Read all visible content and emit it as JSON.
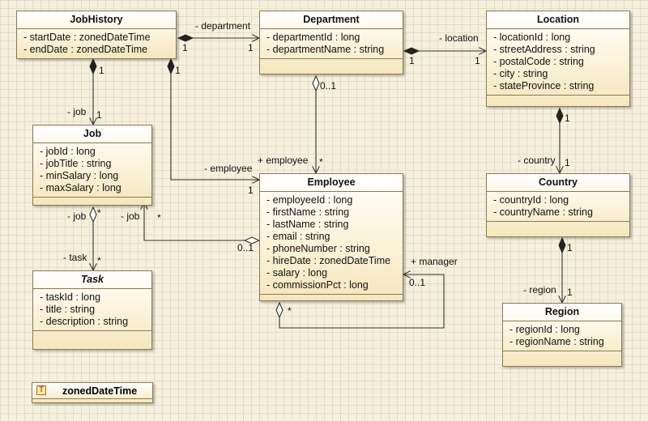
{
  "classes": {
    "jobhistory": {
      "name": "JobHistory",
      "attrs": [
        "- startDate : zonedDateTime",
        "- endDate : zonedDateTime"
      ]
    },
    "department": {
      "name": "Department",
      "attrs": [
        "- departmentId : long",
        "- departmentName : string"
      ]
    },
    "location": {
      "name": "Location",
      "attrs": [
        "- locationId : long",
        "- streetAddress : string",
        "- postalCode : string",
        "- city : string",
        "- stateProvince : string"
      ]
    },
    "job": {
      "name": "Job",
      "attrs": [
        "- jobId : long",
        "- jobTitle : string",
        "- minSalary : long",
        "- maxSalary : long"
      ]
    },
    "employee": {
      "name": "Employee",
      "attrs": [
        "- employeeId : long",
        "- firstName : string",
        "- lastName : string",
        "- email : string",
        "- phoneNumber : string",
        "- hireDate : zonedDateTime",
        "- salary : long",
        "- commissionPct : long"
      ]
    },
    "country": {
      "name": "Country",
      "attrs": [
        "- countryId : long",
        "- countryName : string"
      ]
    },
    "task": {
      "name": "Task",
      "attrs": [
        "- taskId : long",
        "- title : string",
        "- description : string"
      ]
    },
    "region": {
      "name": "Region",
      "attrs": [
        "- regionId : long",
        "- regionName : string"
      ]
    }
  },
  "datatype": {
    "name": "zonedDateTime",
    "icon": "T"
  },
  "labels": {
    "jh_dept_role": "- department",
    "jh_dept_m1": "1",
    "jh_dept_m2": "1",
    "dept_loc_role": "- location",
    "dept_loc_m1": "1",
    "dept_loc_m2": "1",
    "jh_job_m1": "1",
    "jh_job_role": "- job",
    "jh_job_m2": "1",
    "jh_emp_m1": "1",
    "jh_emp_role": "- employee",
    "jh_emp_m2": "1",
    "dept_emp_m1": "0..1",
    "dept_emp_role": "+ employee",
    "dept_emp_m2": "*",
    "loc_cty_m1": "1",
    "loc_cty_role": "- country",
    "loc_cty_m2": "1",
    "job_task_role1": "- job",
    "job_task_m1": "*",
    "job_task_role2": "- task",
    "job_task_m2": "*",
    "emp_job_role": "- job",
    "emp_job_m1": "*",
    "emp_job_m2": "0..1",
    "mgr_role": "+ manager",
    "mgr_m1": "0..1",
    "mgr_m2": "*",
    "cty_reg_m1": "1",
    "cty_reg_role": "- region",
    "cty_reg_m2": "1"
  }
}
